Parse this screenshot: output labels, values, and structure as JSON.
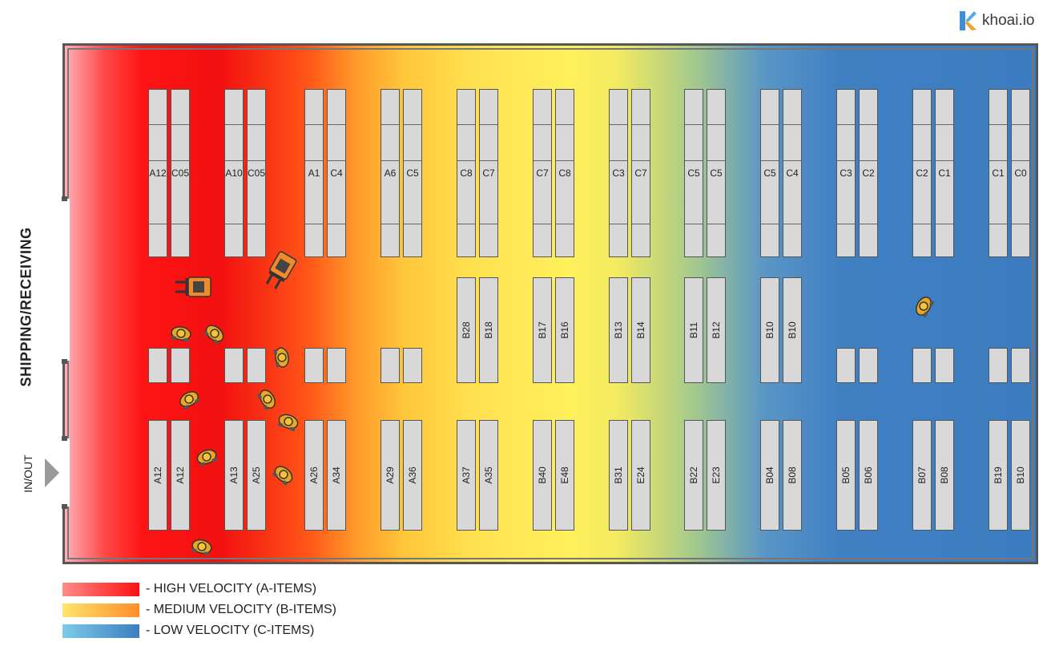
{
  "brand": {
    "logo_icon": "k-logo-icon",
    "name": "khoai.io",
    "colors": [
      "#3f8fd6",
      "#f2a02a"
    ]
  },
  "labels": {
    "side": "SHIPPING/RECEIVING",
    "door": "IN/OUT"
  },
  "legend": [
    {
      "text": "- HIGH VELOCITY (A-ITEMS)",
      "color_from": "#ff8a8a",
      "color_to": "#ff1010"
    },
    {
      "text": "- MEDIUM VELOCITY (B-ITEMS)",
      "color_from": "#ffe56a",
      "color_to": "#ff8c2a"
    },
    {
      "text": "- LOW VELOCITY (C-ITEMS)",
      "color_from": "#7ccbe8",
      "color_to": "#3c7dc1"
    }
  ],
  "heat_colors": {
    "high": "#ff1414",
    "medium": "#fff05c",
    "low": "#3c7dc1"
  },
  "top_row": [
    [
      "A12",
      "C05"
    ],
    [
      "A10",
      "C05"
    ],
    [
      "A1",
      "C4"
    ],
    [
      "A6",
      "C5"
    ],
    [
      "C8",
      "C7"
    ],
    [
      "C7",
      "C8"
    ],
    [
      "C3",
      "C7"
    ],
    [
      "C5",
      "C5"
    ],
    [
      "C5",
      "C4"
    ],
    [
      "C3",
      "C2"
    ],
    [
      "C2",
      "C1"
    ],
    [
      "C1",
      "C0"
    ]
  ],
  "middle_row": [
    null,
    null,
    null,
    null,
    [
      "B28",
      "B18"
    ],
    [
      "B17",
      "B16"
    ],
    [
      "B13",
      "B14"
    ],
    [
      "B11",
      "B12"
    ],
    [
      "B10",
      "B10"
    ],
    null,
    null,
    null
  ],
  "small_blocks_columns": [
    0,
    1,
    2,
    3,
    9,
    10,
    11
  ],
  "bottom_row": [
    [
      "A12",
      "A12"
    ],
    [
      "A13",
      "A25"
    ],
    [
      "A26",
      "A34"
    ],
    [
      "A29",
      "A36"
    ],
    [
      "A37",
      "A35"
    ],
    [
      "B40",
      "E48"
    ],
    [
      "B31",
      "E24"
    ],
    [
      "B22",
      "E23"
    ],
    [
      "B04",
      "B08"
    ],
    [
      "B05",
      "B06"
    ],
    [
      "B07",
      "B08"
    ],
    [
      "B19",
      "B10"
    ]
  ],
  "icons": {
    "worker": "worker-icon",
    "forklift": "forklift-icon",
    "arrow": "arrow-right-icon"
  }
}
